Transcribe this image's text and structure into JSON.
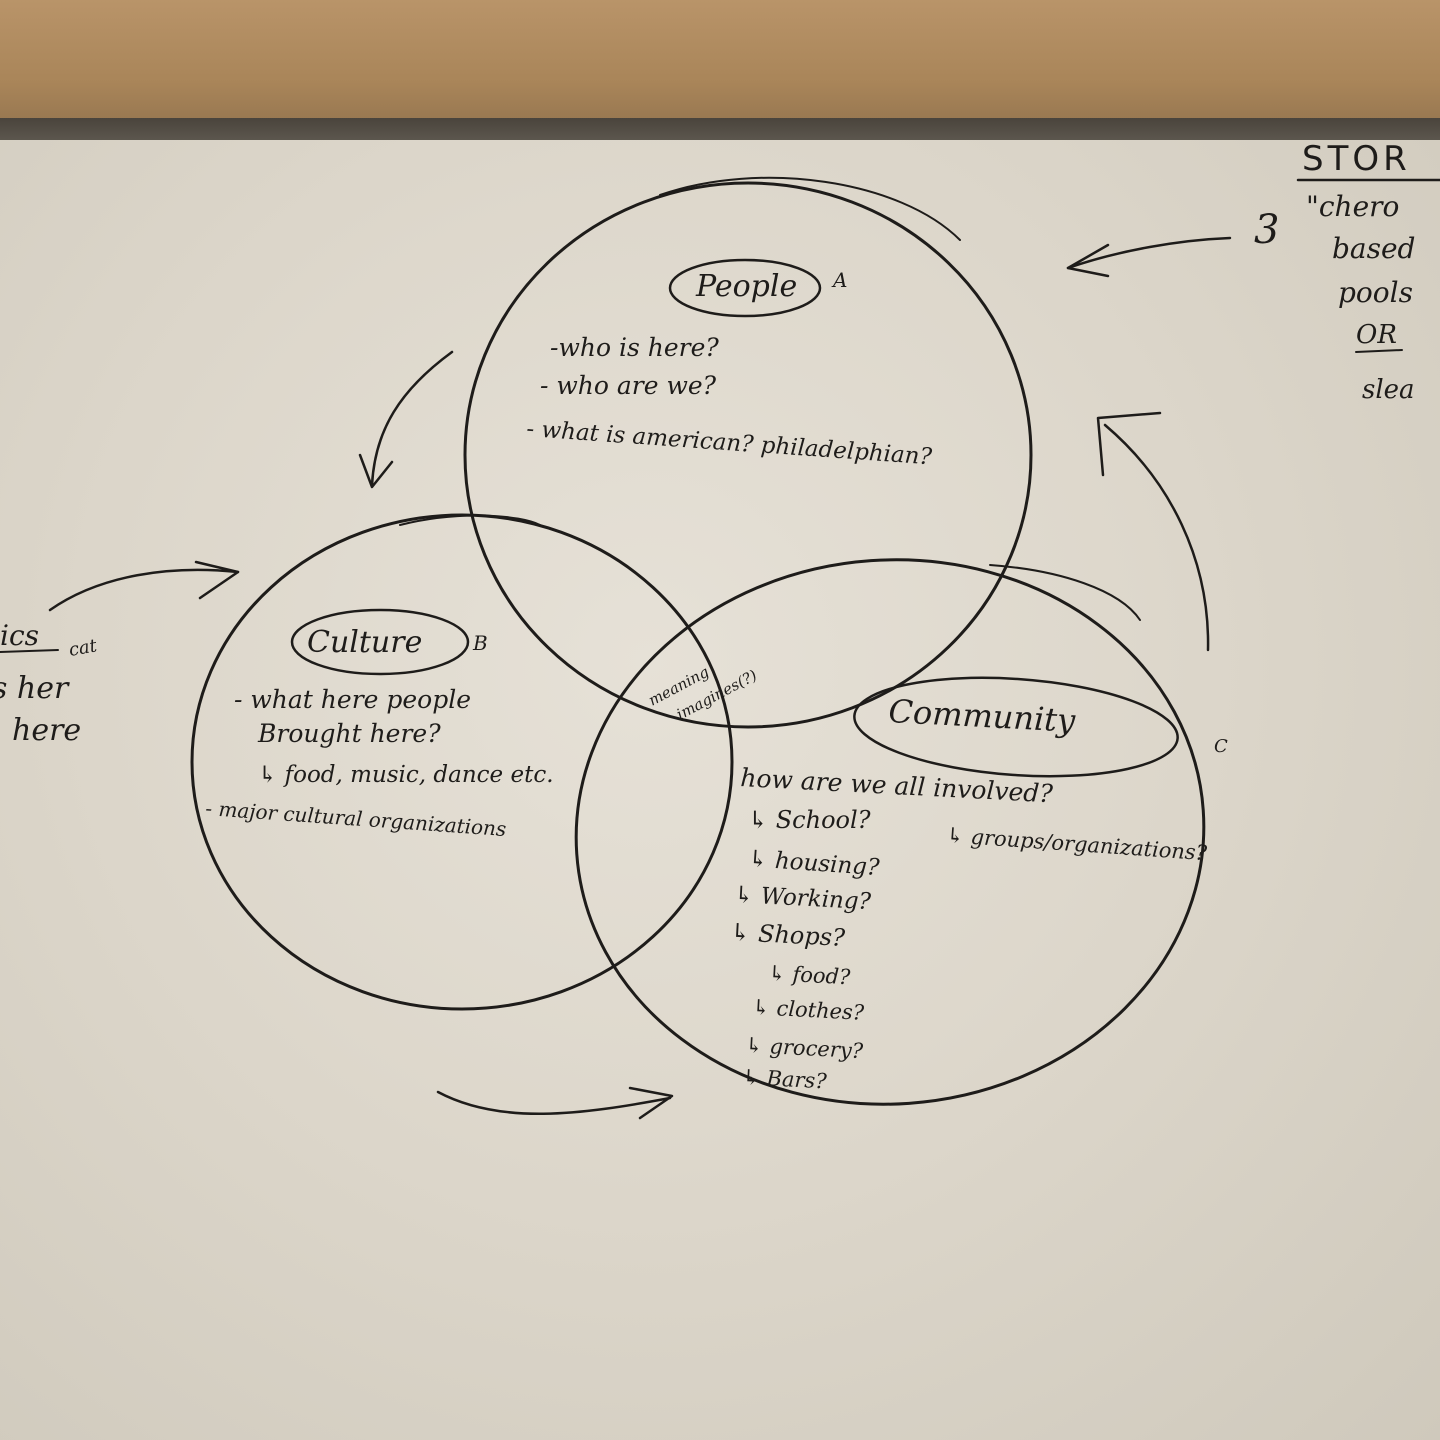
{
  "circles": {
    "people": {
      "title": "People",
      "letter": "A",
      "lines": [
        "-who is here?",
        "- who are we?",
        "- what is american? philadelphian?"
      ]
    },
    "culture": {
      "title": "Culture",
      "letter": "B",
      "lines": [
        "- what here people",
        "Brought here?",
        "↳ food, music, dance etc.",
        "- major cultural organizations"
      ]
    },
    "community": {
      "title": "Community",
      "letter": "C",
      "lines": [
        "how are we all involved?",
        "↳ School?",
        "↳ groups/organizations?",
        "↳ housing?",
        "↳ Working?",
        "↳ Shops?",
        "↳ food?",
        "↳ clothes?",
        "↳ grocery?",
        "↳ Bars?"
      ]
    }
  },
  "center_note": [
    "meaning",
    "imagines(?)"
  ],
  "side_note_left": [
    "ics",
    "cat",
    "s her",
    "here"
  ],
  "side_note_right": {
    "heading": "STOR",
    "number": "3",
    "lines": [
      "\"chero",
      "based",
      "pools",
      "OR",
      "slea"
    ]
  }
}
